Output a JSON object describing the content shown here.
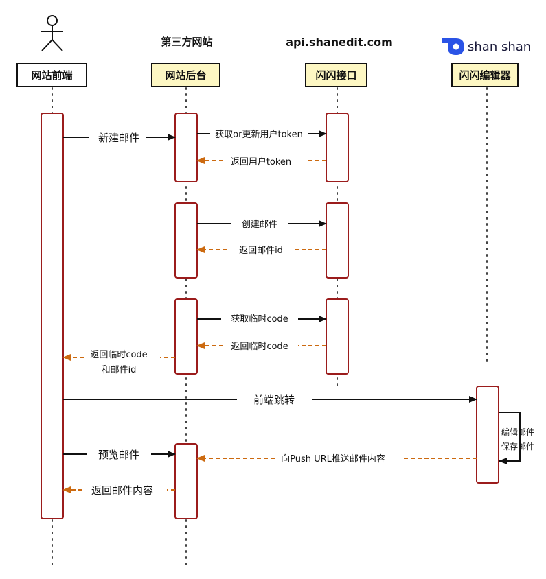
{
  "header": {
    "third_party_title": "第三方网站",
    "api_title": "api.shanedit.com",
    "logo_text": "shan shan"
  },
  "participants": {
    "frontend": "网站前端",
    "backend": "网站后台",
    "api": "闪闪接口",
    "editor": "闪闪编辑器"
  },
  "messages": {
    "create_mail": "新建邮件",
    "get_token": "获取or更新用户token",
    "return_token": "返回用户token",
    "api_create_mail": "创建邮件",
    "return_mail_id": "返回邮件id",
    "get_temp_code": "获取临时code",
    "return_temp_code": "返回临时code",
    "return_code_line1": "返回临时code",
    "return_code_line2": "和邮件id",
    "frontend_jump": "前端跳转",
    "edit_mail": "编辑邮件",
    "save_mail": "保存邮件",
    "push_content": "向Push URL推送邮件内容",
    "preview_mail": "预览邮件",
    "return_content": "返回邮件内容"
  },
  "colors": {
    "activation_border": "#9b1c1c",
    "return_arrow": "#cc6a10",
    "participant_fill_white": "#ffffff",
    "participant_fill_yellow": "#fdf7c3",
    "logo_blue": "#2a53e6"
  }
}
